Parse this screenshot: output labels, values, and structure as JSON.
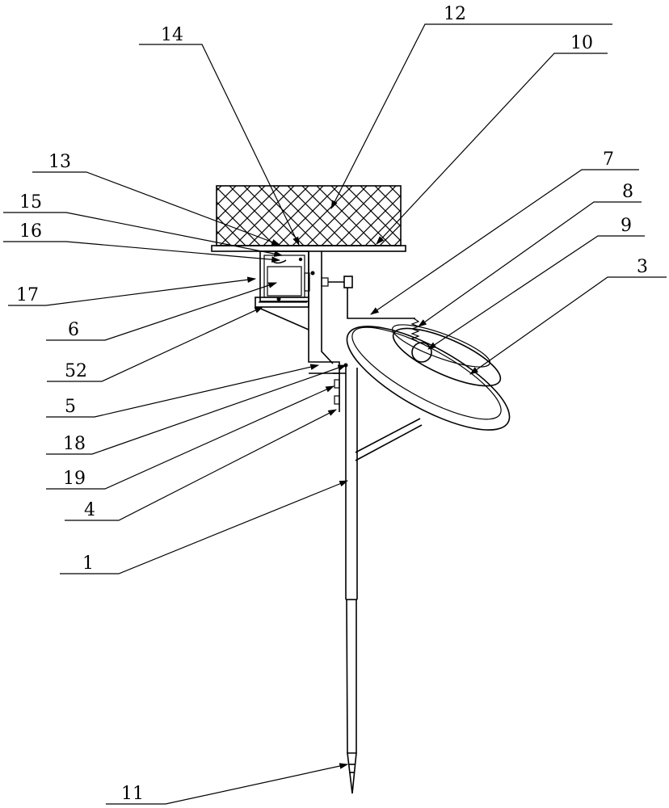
{
  "labels": {
    "l12": "12",
    "l14": "14",
    "l10": "10",
    "l13": "13",
    "l7": "7",
    "l15": "15",
    "l8": "8",
    "l16": "16",
    "l9": "9",
    "l3": "3",
    "l17": "17",
    "l6": "6",
    "l52": "52",
    "l5": "5",
    "l18": "18",
    "l19": "19",
    "l4": "4",
    "l1": "1",
    "l11": "11"
  },
  "colors": {
    "line": "#000000",
    "background": "#ffffff"
  }
}
